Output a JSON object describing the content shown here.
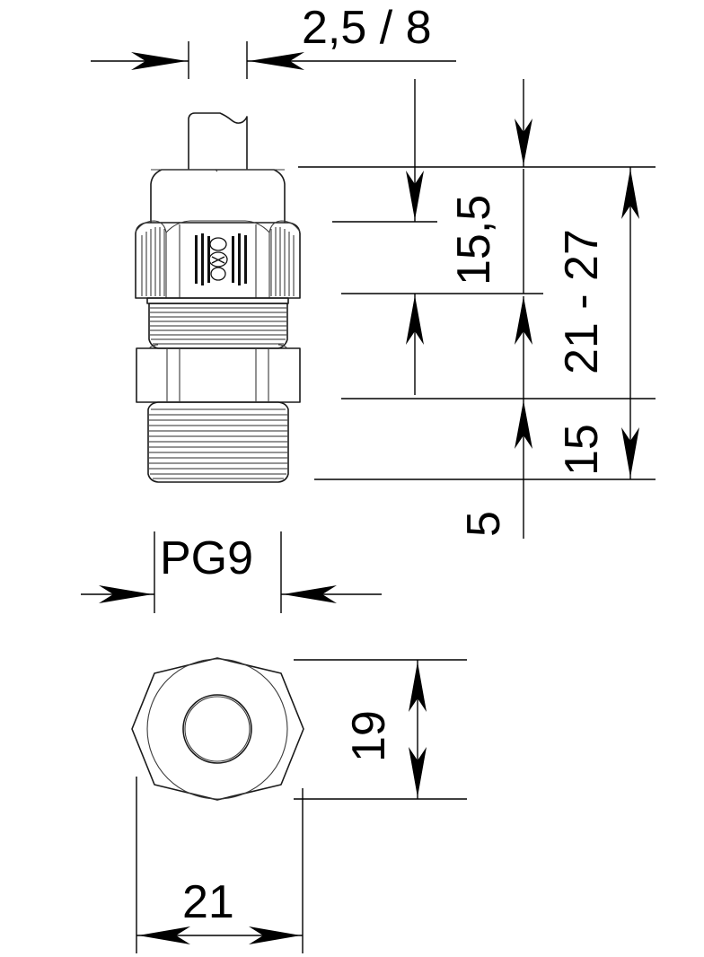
{
  "drawing": {
    "title": "Cable gland dimensional drawing",
    "units": "mm",
    "product_designation": "PG9"
  },
  "dimensions": {
    "top_width": "2,5 / 8",
    "thread_size": "PG9",
    "height_15_5": "15,5",
    "range_21_27": "21 - 27",
    "height_15": "15",
    "height_5": "5",
    "across_flats_19": "19",
    "across_corners_21": "21"
  },
  "labels": [
    {
      "id": "top-width",
      "text": "2,5 / 8",
      "orientation": "horizontal"
    },
    {
      "id": "thread-designation",
      "text": "PG9",
      "orientation": "horizontal"
    },
    {
      "id": "dim-15-5",
      "text": "15,5",
      "orientation": "vertical"
    },
    {
      "id": "dim-21-27",
      "text": "21 - 27",
      "orientation": "vertical"
    },
    {
      "id": "dim-15",
      "text": "15",
      "orientation": "vertical"
    },
    {
      "id": "dim-5",
      "text": "5",
      "orientation": "vertical"
    },
    {
      "id": "dim-19",
      "text": "19",
      "orientation": "vertical"
    },
    {
      "id": "dim-21",
      "text": "21",
      "orientation": "horizontal"
    }
  ],
  "views": {
    "side_view_name": "side-elevation-view",
    "end_view_name": "end-hexagon-view"
  },
  "colors": {
    "background": "#ffffff",
    "outline": "#1a1a1a",
    "dimension": "#000000",
    "thin": "#3a3a3a"
  }
}
